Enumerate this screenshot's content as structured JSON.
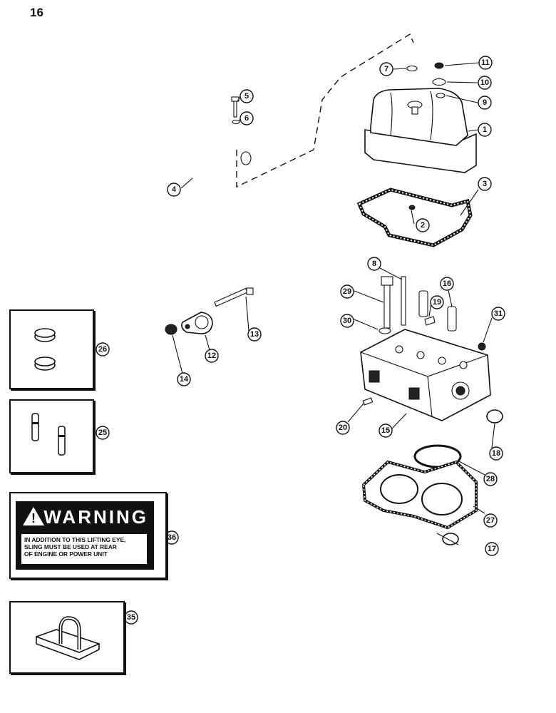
{
  "page": {
    "number": "16"
  },
  "callouts": [
    {
      "id": "c1",
      "label": "1"
    },
    {
      "id": "c2",
      "label": "2"
    },
    {
      "id": "c3",
      "label": "3"
    },
    {
      "id": "c4",
      "label": "4"
    },
    {
      "id": "c5",
      "label": "5"
    },
    {
      "id": "c6",
      "label": "6"
    },
    {
      "id": "c7",
      "label": "7"
    },
    {
      "id": "c8",
      "label": "8"
    },
    {
      "id": "c9",
      "label": "9"
    },
    {
      "id": "c10",
      "label": "10"
    },
    {
      "id": "c11",
      "label": "11"
    },
    {
      "id": "c12",
      "label": "12"
    },
    {
      "id": "c13",
      "label": "13"
    },
    {
      "id": "c14",
      "label": "14"
    },
    {
      "id": "c15",
      "label": "15"
    },
    {
      "id": "c16",
      "label": "16"
    },
    {
      "id": "c17",
      "label": "17"
    },
    {
      "id": "c18",
      "label": "18"
    },
    {
      "id": "c19",
      "label": "19"
    },
    {
      "id": "c20",
      "label": "20"
    },
    {
      "id": "c25",
      "label": "25"
    },
    {
      "id": "c26",
      "label": "26"
    },
    {
      "id": "c27",
      "label": "27"
    },
    {
      "id": "c28",
      "label": "28"
    },
    {
      "id": "c29",
      "label": "29"
    },
    {
      "id": "c30",
      "label": "30"
    },
    {
      "id": "c31",
      "label": "31"
    },
    {
      "id": "c35",
      "label": "35"
    },
    {
      "id": "c36",
      "label": "36"
    }
  ],
  "warning_decal": {
    "title": "WARNING",
    "line1": "IN ADDITION TO THIS LIFTING EYE,",
    "line2": "SLING MUST BE USED AT REAR",
    "line3": "OF ENGINE OR POWER UNIT"
  }
}
